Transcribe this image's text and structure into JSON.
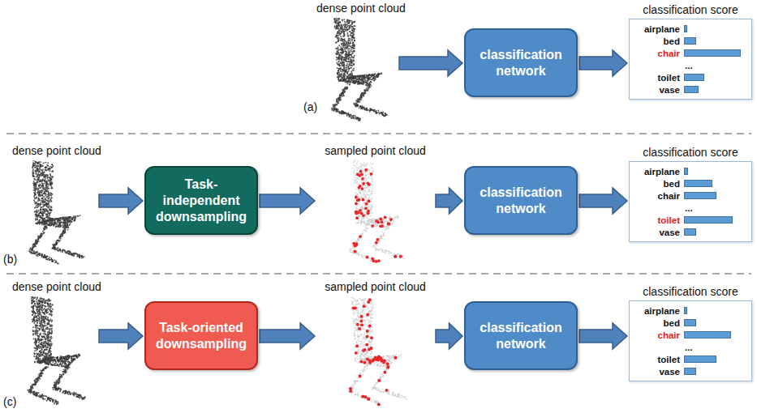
{
  "diagram": {
    "nodes": [
      {
        "text": [
          "dense point cloud"
        ]
      },
      {
        "text": [
          "classification network"
        ]
      },
      {
        "text": [
          "classification score",
          "airplane",
          "bed",
          "chair",
          "...",
          "toilet",
          "vase"
        ]
      },
      {
        "text": [
          "dense point cloud"
        ]
      },
      {
        "text": [
          "Task-independent downsampling"
        ]
      },
      {
        "text": [
          "sampled point cloud"
        ]
      },
      {
        "text": [
          "classification network"
        ]
      },
      {
        "text": [
          "classification score",
          "airplane",
          "bed",
          "chair",
          "...",
          "toilet",
          "vase"
        ]
      },
      {
        "text": [
          "dense point cloud"
        ]
      },
      {
        "text": [
          "Task-oriented downsampling"
        ]
      },
      {
        "text": [
          "sampled point cloud"
        ]
      },
      {
        "text": [
          "classification network"
        ]
      },
      {
        "text": [
          "classification score",
          "airplane",
          "bed",
          "chair",
          "...",
          "toilet",
          "vase"
        ]
      }
    ],
    "edges": [
      {
        "from": 0,
        "to": 1,
        "arrow": "to"
      },
      {
        "from": 1,
        "to": 2,
        "arrow": "to"
      },
      {
        "from": 3,
        "to": 4,
        "arrow": "to"
      },
      {
        "from": 4,
        "to": 5,
        "arrow": "to"
      },
      {
        "from": 5,
        "to": 6,
        "arrow": "to"
      },
      {
        "from": 6,
        "to": 7,
        "arrow": "to"
      },
      {
        "from": 8,
        "to": 9,
        "arrow": "to"
      },
      {
        "from": 9,
        "to": 10,
        "arrow": "to"
      },
      {
        "from": 10,
        "to": 11,
        "arrow": "to"
      },
      {
        "from": 11,
        "to": 12,
        "arrow": "to"
      }
    ],
    "labels": [
      "(a)",
      "(b)",
      "(c)"
    ]
  }
}
